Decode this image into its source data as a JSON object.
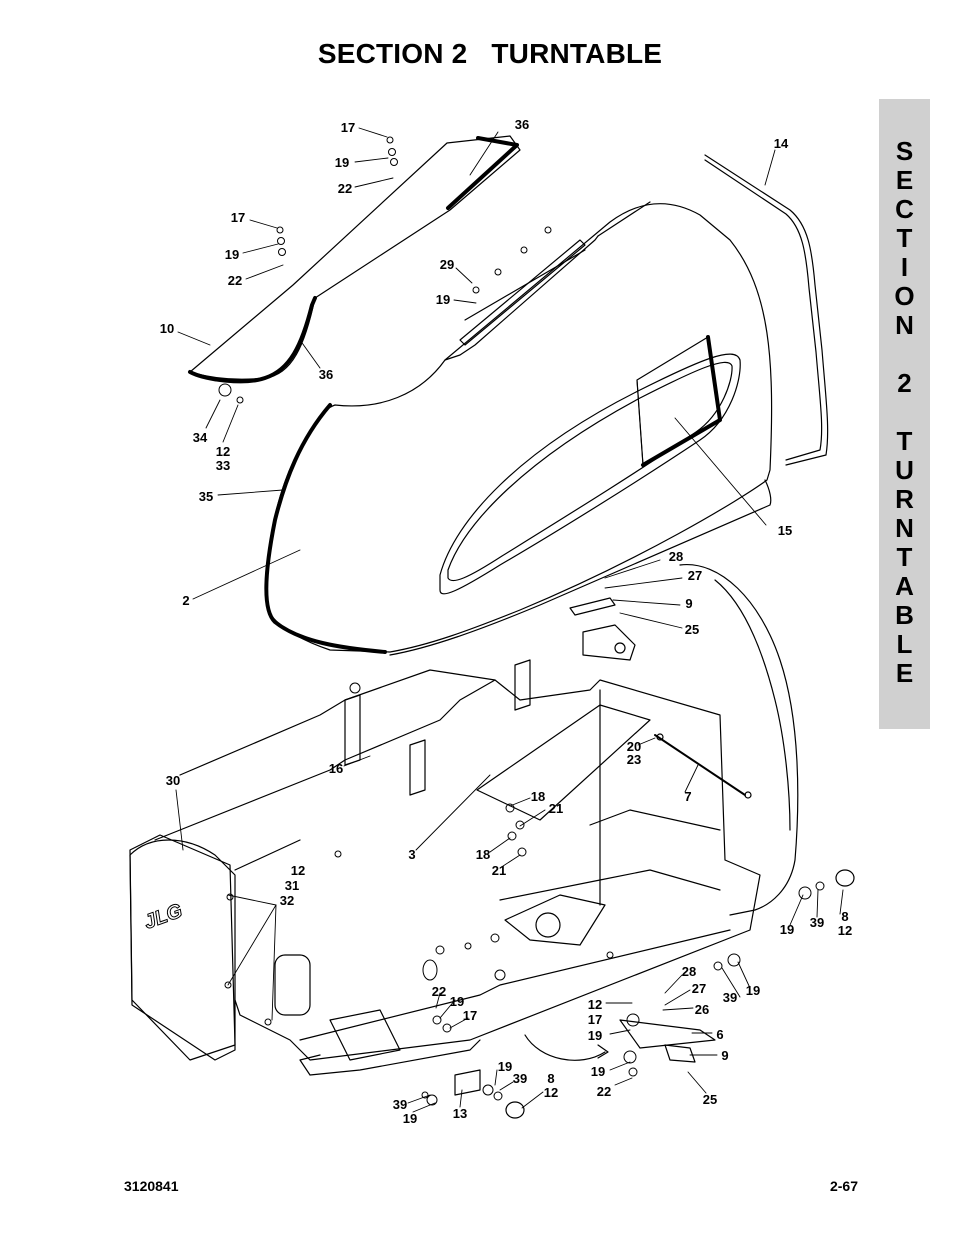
{
  "title": "SECTION 2   TURNTABLE",
  "side_tab": {
    "letters": [
      "S",
      "E",
      "C",
      "T",
      "I",
      "O",
      "N",
      "",
      "2",
      "",
      "T",
      "U",
      "R",
      "N",
      "T",
      "A",
      "B",
      "L",
      "E"
    ]
  },
  "logo": "JLG",
  "callouts": [
    "17",
    "36",
    "19",
    "22",
    "14",
    "17",
    "19",
    "22",
    "29",
    "19",
    "10",
    "36",
    "34",
    "12",
    "33",
    "35",
    "15",
    "2",
    "28",
    "27",
    "9",
    "25",
    "20",
    "23",
    "7",
    "16",
    "18",
    "21",
    "30",
    "3",
    "18",
    "21",
    "12",
    "31",
    "32",
    "19",
    "39",
    "8",
    "12",
    "28",
    "27",
    "26",
    "6",
    "9",
    "25",
    "19",
    "39",
    "22",
    "19",
    "17",
    "12",
    "17",
    "19",
    "19",
    "22",
    "19",
    "39",
    "8",
    "12",
    "39",
    "19",
    "13"
  ],
  "footer": {
    "doc_number": "3120841",
    "page": "2-67"
  }
}
